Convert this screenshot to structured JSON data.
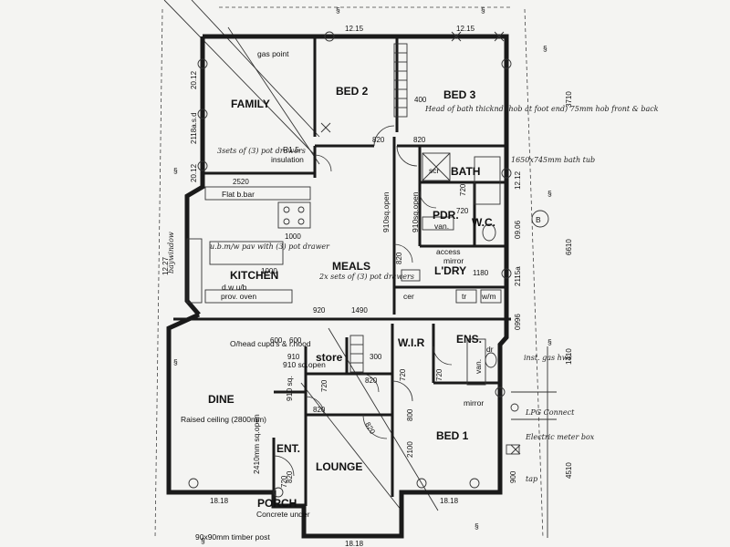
{
  "rooms": {
    "family": "FAMILY",
    "bed2": "BED 2",
    "bed3": "BED 3",
    "bath": "BATH",
    "pdr": "PDR.",
    "wc": "W.C.",
    "ldry": "L'DRY",
    "kitchen": "KITCHEN",
    "meals": "MEALS",
    "store": "store",
    "wir": "W.I.R",
    "ens": "ENS.",
    "dine": "DINE",
    "bed1": "BED 1",
    "lounge": "LOUNGE",
    "ent": "ENT.",
    "porch": "PORCH"
  },
  "notes": {
    "gas_point": "gas point",
    "r15": "R1.5",
    "insulation": "insulation",
    "pot_drawers_family": "3sets of (3) pot drawers",
    "flat_bbar": "Flat b.bar",
    "bay_window": "baywindow",
    "ubm_wpav": "u.b.m/w pav with (3) pot drawer",
    "dw_ub": "d.w  u/b",
    "prov_oven": "prov. oven",
    "pot_drawers_meals": "2x sets of (3) pot drawers",
    "access": "access",
    "mirror_ldry": "mirror",
    "van_pdr": "van.",
    "ohead": "O/head cupd's & r.hood",
    "raised_ceiling": "Raised ceiling (2800mm)",
    "sq_open_2410": "2410mm sq.open",
    "sq_open_910a": "910sq.open",
    "sq_open_910b": "910sq.open",
    "sq_open_910c": "910 sq.open",
    "sq_open_910d": "910 sq.",
    "mirror_ens": "mirror",
    "van_ens": "van.",
    "inst_gas": "inst. gas hws",
    "lpg": "LPG Connect",
    "electric_meter": "Electric meter box",
    "tap_bottom": "tap",
    "head_of_bath": "Head of bath thicknd (hob at foot end) 75mm hob front & back",
    "bath_tub": "1650x745mm bath tub",
    "concrete": "Concrete under",
    "timber_post": "90x90mm timber post",
    "scr": "scr",
    "dr": "dr",
    "tr": "tr",
    "wm": "w/m",
    "cer": "cer"
  },
  "dims": {
    "top_left": "12.15",
    "top_right": "12.15",
    "left_a": "20.12",
    "left_b": "2118a.s.d",
    "left_c": "20.12",
    "bay_left": "12.27",
    "right_a": "12.12",
    "right_b": "09.06",
    "right_c": "2115a",
    "right_d": "0996",
    "bottom_left": "18.18",
    "bottom_mid": "18.18",
    "bottom_porch": "18.18",
    "side_3710": "3710",
    "side_6610": "6610",
    "side_1410": "1410",
    "side_4510": "4510",
    "d400": "400",
    "d820_a": "820",
    "d820_b": "820",
    "d2520": "2520",
    "d1000_a": "1000",
    "d1000_b": "1000",
    "d920": "920",
    "d1490": "1490",
    "d720_a": "720",
    "d720_b": "720",
    "d820_c": "820",
    "d1180": "1180",
    "d600_a": "600",
    "d600_b": "600",
    "d910": "910",
    "d300": "300",
    "d820_d": "820",
    "d720_c": "720",
    "d720_d": "720",
    "d720_e": "720",
    "d720_f": "720",
    "d820_e": "820",
    "d820_f": "820",
    "d800": "800",
    "d2100": "2100",
    "d900": "900",
    "d820_g": "820"
  },
  "grid_marker": "B",
  "colors": {
    "ink": "#1a1a1a",
    "paper": "#f4f4f2"
  }
}
